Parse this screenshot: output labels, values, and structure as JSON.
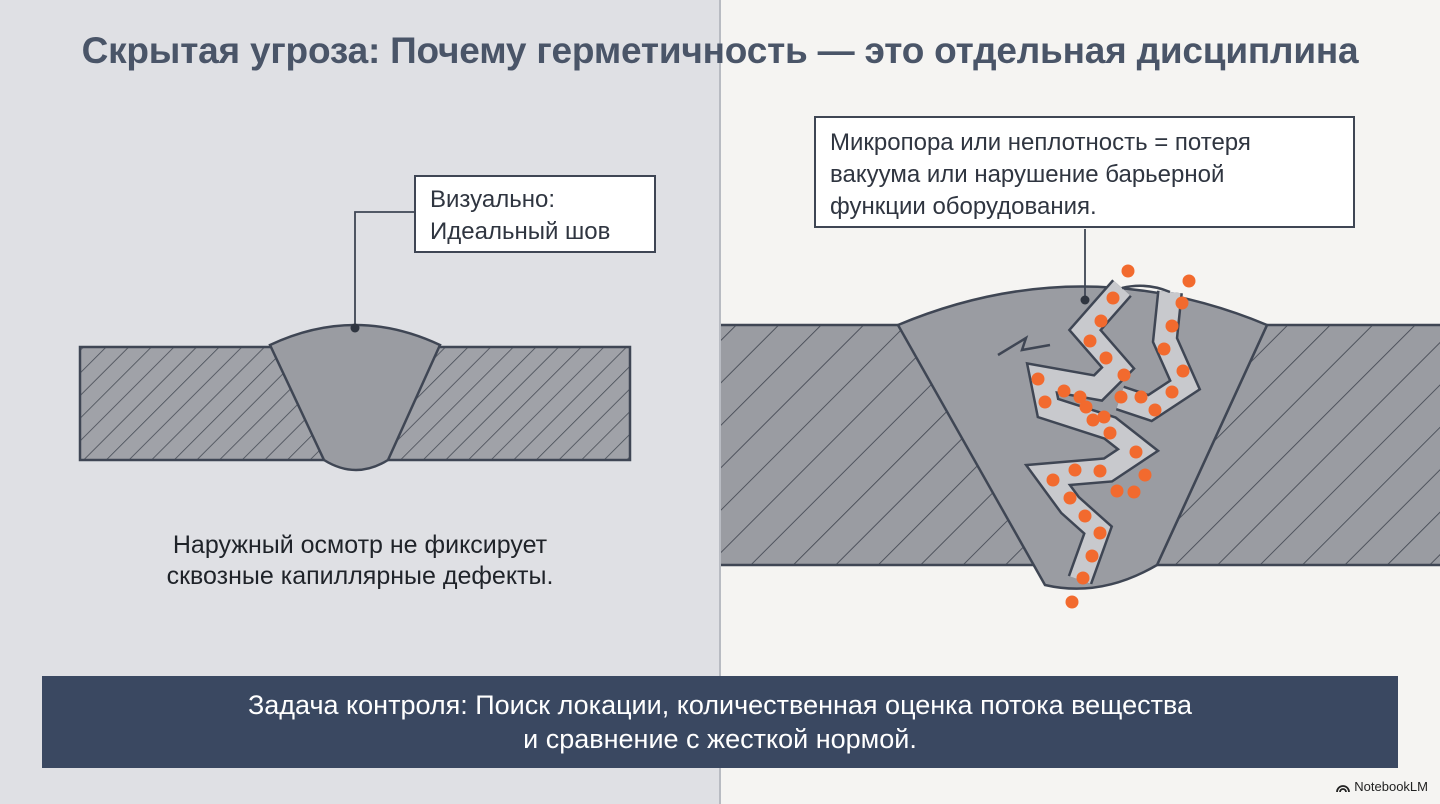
{
  "title": "Скрытая угроза: Почему герметичность — это отдельная дисциплина",
  "left": {
    "callout": {
      "line1": "Визуально:",
      "line2": "Идеальный шов"
    },
    "caption": {
      "line1": "Наружный осмотр не фиксирует",
      "line2": "сквозные капиллярные дефекты."
    }
  },
  "right": {
    "callout": {
      "line1": "Микропора или неплотность = потеря",
      "line2": "вакуума или нарушение барьерной",
      "line3": "функции оборудования."
    }
  },
  "banner": {
    "line1": "Задача контроля: Поиск локации, количественная оценка потока вещества",
    "line2": "и сравнение с жесткой нормой."
  },
  "credit": "NotebookLM",
  "colors": {
    "title": "#4a5568",
    "left_bg": "#dfe0e4",
    "right_bg": "#f5f4f2",
    "metal": "#9a9ca2",
    "weld": "#8e9096",
    "outline": "#3f4654",
    "leak_dots": "#f26a2e",
    "banner": "#3a4861"
  },
  "icons": {
    "leak_particles": "orange-dots",
    "credit_logo": "notebooklm-icon"
  }
}
